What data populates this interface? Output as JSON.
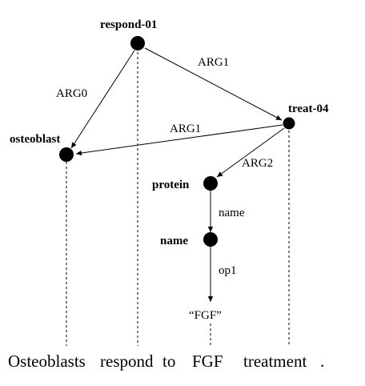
{
  "nodes": {
    "respond": "respond-01",
    "treat": "treat-04",
    "osteoblast": "osteoblast",
    "protein": "protein",
    "name": "name",
    "fgf": "“FGF”"
  },
  "edges": {
    "respond_osteoblast": "ARG0",
    "respond_treat": "ARG1",
    "treat_osteoblast": "ARG1",
    "treat_protein": "ARG2",
    "protein_name": "name",
    "name_fgf": "op1"
  },
  "sentence": {
    "w1": "Osteoblasts",
    "w2": "respond",
    "w3": "to",
    "w4": "FGF",
    "w5": "treatment",
    "w6": "."
  }
}
